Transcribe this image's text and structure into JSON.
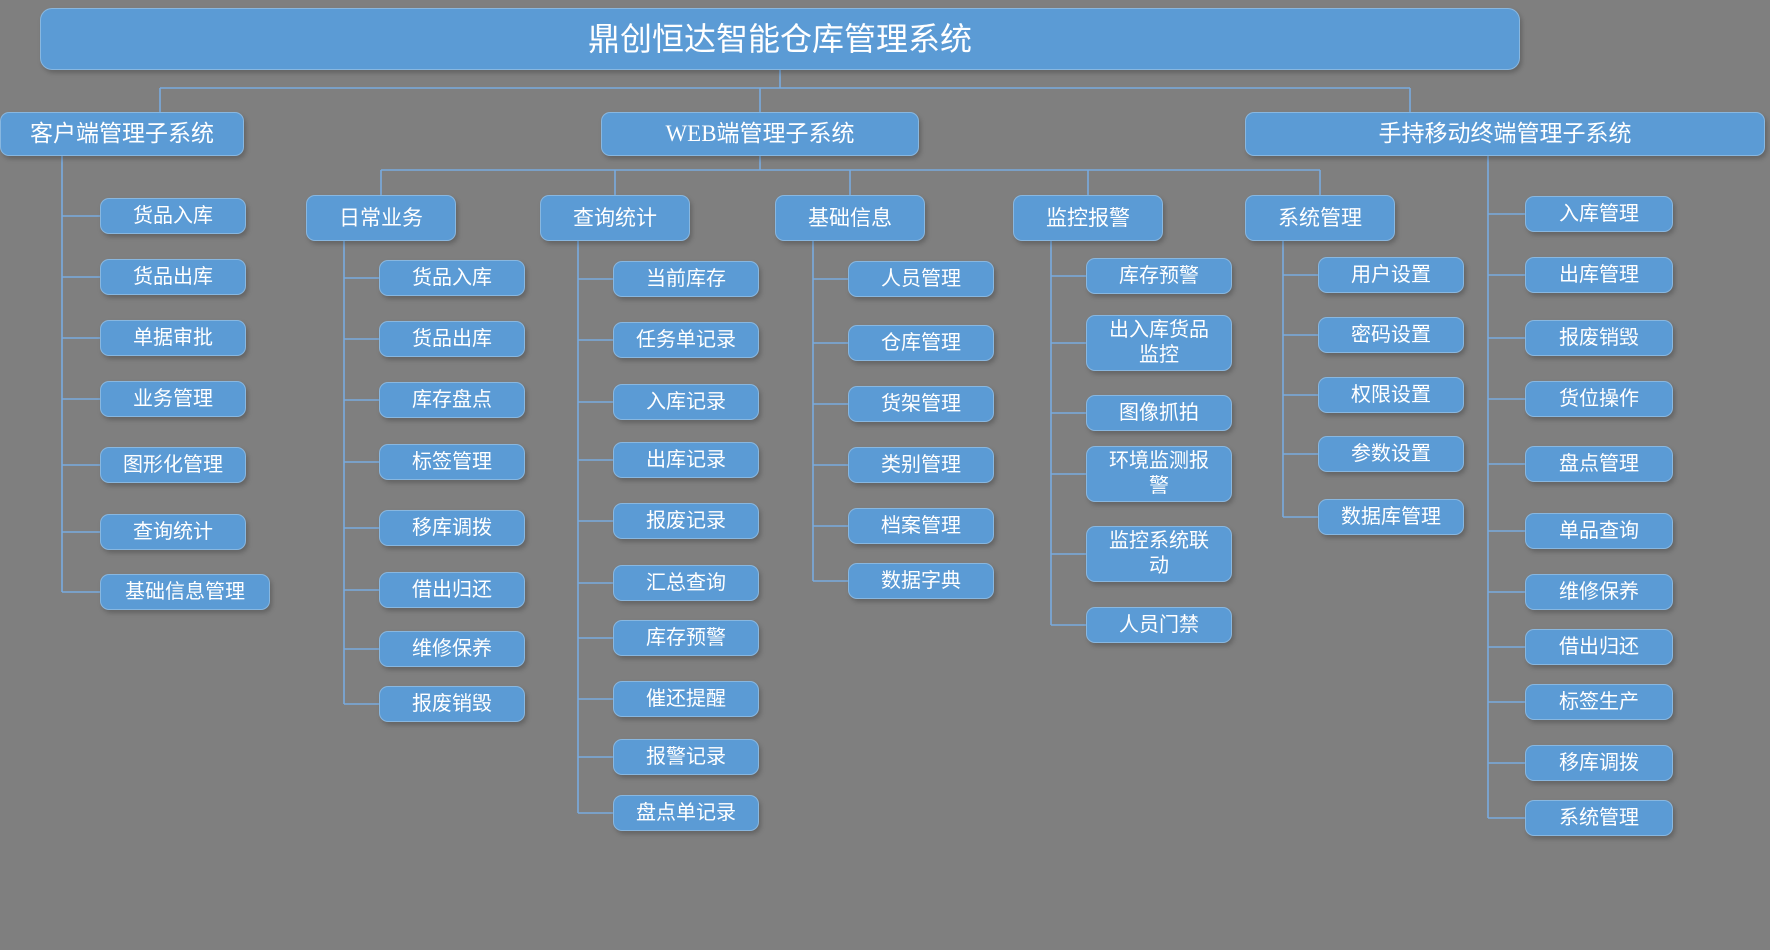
{
  "title": "鼎创恒达智能仓库管理系统",
  "colors": {
    "background": "#7F7F7F",
    "box": "#5B9BD5",
    "line": "#79ABDF",
    "text": "#FFFFFF"
  },
  "subsystems": [
    {
      "label": "客户端管理子系统",
      "items": [
        "货品入库",
        "货品出库",
        "单据审批",
        "业务管理",
        "图形化管理",
        "查询统计",
        "基础信息管理"
      ]
    },
    {
      "label": "WEB端管理子系统",
      "groups": [
        {
          "label": "日常业务",
          "items": [
            "货品入库",
            "货品出库",
            "库存盘点",
            "标签管理",
            "移库调拨",
            "借出归还",
            "维修保养",
            "报废销毁"
          ]
        },
        {
          "label": "查询统计",
          "items": [
            "当前库存",
            "任务单记录",
            "入库记录",
            "出库记录",
            "报废记录",
            "汇总查询",
            "库存预警",
            "催还提醒",
            "报警记录",
            "盘点单记录"
          ]
        },
        {
          "label": "基础信息",
          "items": [
            "人员管理",
            "仓库管理",
            "货架管理",
            "类别管理",
            "档案管理",
            "数据字典"
          ]
        },
        {
          "label": "监控报警",
          "items": [
            "库存预警",
            "出入库货品监控",
            "图像抓拍",
            "环境监测报警",
            "监控系统联动",
            "人员门禁"
          ]
        },
        {
          "label": "系统管理",
          "items": [
            "用户设置",
            "密码设置",
            "权限设置",
            "参数设置",
            "数据库管理"
          ]
        }
      ]
    },
    {
      "label": "手持移动终端管理子系统",
      "items": [
        "入库管理",
        "出库管理",
        "报废销毁",
        "货位操作",
        "盘点管理",
        "单品查询",
        "维修保养",
        "借出归还",
        "标签生产",
        "移库调拨",
        "系统管理"
      ]
    }
  ]
}
